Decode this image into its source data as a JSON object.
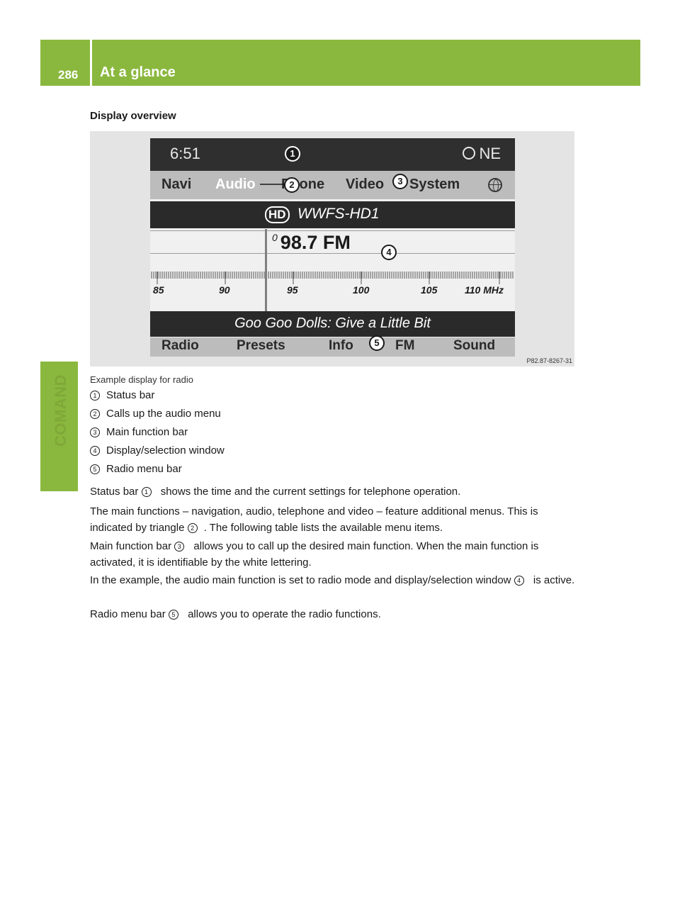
{
  "header": {
    "page_number": "286",
    "title": "At a glance"
  },
  "side_tab": {
    "label": "COMAND"
  },
  "section": {
    "heading": "Display overview"
  },
  "figure": {
    "status_bar": {
      "time": "6:51",
      "compass": "NE"
    },
    "main_bar": {
      "navi": "Navi",
      "audio": "Audio",
      "phone": "Phone",
      "video": "Video",
      "system": "System"
    },
    "station": {
      "hd": "HD",
      "name": "WWFS-HD1"
    },
    "frequency": {
      "prefix": "0",
      "value": "98.7 FM"
    },
    "scale_labels": [
      "85",
      "90",
      "95",
      "100",
      "105",
      "110 MHz"
    ],
    "song": "Goo Goo Dolls: Give a Little Bit",
    "radio_bar": {
      "radio": "Radio",
      "presets": "Presets",
      "info": "Info",
      "fm": "FM",
      "sound": "Sound"
    },
    "callouts": [
      "1",
      "2",
      "3",
      "4",
      "5"
    ],
    "code": "P82.87-8267-31"
  },
  "caption": "Example display for radio",
  "list": [
    {
      "num": "1",
      "text": "Status bar"
    },
    {
      "num": "2",
      "text": "Calls up the audio menu"
    },
    {
      "num": "3",
      "text": "Main function bar"
    },
    {
      "num": "4",
      "text": "Display/selection window"
    },
    {
      "num": "5",
      "text": "Radio menu bar"
    }
  ],
  "paragraphs": {
    "p1_a": "Status bar ",
    "p1_num": "1",
    "p1_b": " shows the time and the current settings for telephone operation.",
    "p2_a": "The main functions – navigation, audio, telephone and video – feature additional menus. This is indicated by triangle ",
    "p2_num": "2",
    "p2_b": ". The following table lists the available menu items.",
    "p3_a": "Main function bar ",
    "p3_num": "3",
    "p3_b": " allows you to call up the desired main function. When the main function is activated, it is identifiable by the white lettering.",
    "p4_a": "In the example, the audio main function is set to radio mode and display/selection window ",
    "p4_num": "4",
    "p4_b": " is active.",
    "p5_a": "Radio menu bar ",
    "p5_num": "5",
    "p5_b": " allows you to operate the radio functions."
  },
  "colors": {
    "accent": "#8ab83e",
    "side_label": "#7fa838"
  }
}
